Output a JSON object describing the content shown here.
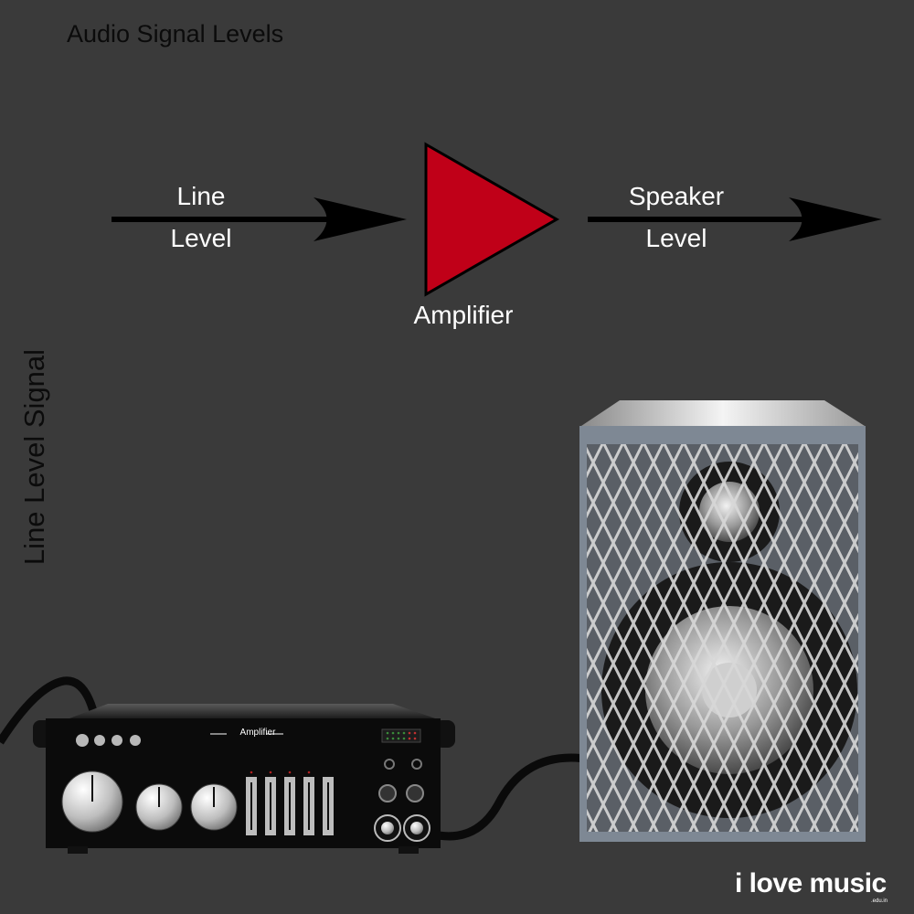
{
  "title": "Audio Signal Levels",
  "flow": {
    "input_label_line1": "Line",
    "input_label_line2": "Level",
    "amplifier_label": "Amplifier",
    "output_label_line1": "Speaker",
    "output_label_line2": "Level"
  },
  "side_label": "Line Level Signal",
  "amp_device": {
    "panel_label": "Amplifier"
  },
  "brand": {
    "name": "i love music",
    "suffix": ".edu.in"
  },
  "colors": {
    "background": "#3a3a3a",
    "amplifier_triangle": "#c00018",
    "arrow": "#000000",
    "label_text": "#ffffff"
  }
}
